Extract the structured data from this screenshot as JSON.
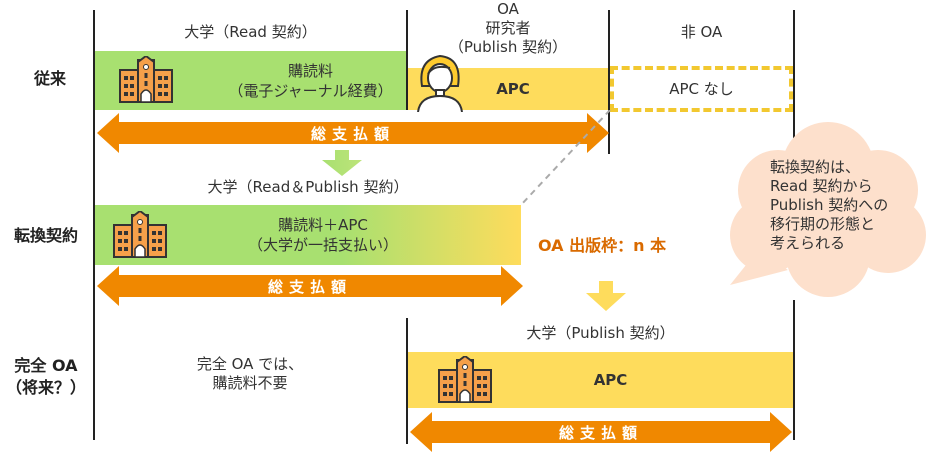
{
  "rows": {
    "traditional": "従来",
    "transformative": "転換契約",
    "full_oa": "完全 OA\n（将来？）"
  },
  "traditional": {
    "university_header": "大学（Read 契約）",
    "university_bar_line1": "購読料",
    "university_bar_line2": "（電子ジャーナル経費）",
    "oa_header_line1": "OA",
    "oa_header_line2": "研究者",
    "oa_header_line3": "（Publish 契約）",
    "oa_bar": "APC",
    "non_oa_header": "非 OA",
    "non_oa_bar": "APC なし",
    "total_label": "総支払額"
  },
  "transformative": {
    "header": "大学（Read＆Publish 契約）",
    "bar_line1": "購読料＋APC",
    "bar_line2": "（大学が一括支払い）",
    "oa_quota": "OA 出版枠：n 本",
    "total_label": "総支払額"
  },
  "full_oa": {
    "note_line1": "完全 OA では、",
    "note_line2": "購読料不要",
    "header": "大学（Publish 契約）",
    "bar": "APC",
    "total_label": "総支払額"
  },
  "callout": {
    "text": "転換契約は、\nRead 契約から\nPublish 契約への\n移行期の形態と\n考えられる"
  },
  "colors": {
    "green": "#a8e070",
    "yellow": "#fedc5c",
    "orange": "#f08800",
    "callout": "#fde0cc",
    "building": "#f5a04a"
  }
}
